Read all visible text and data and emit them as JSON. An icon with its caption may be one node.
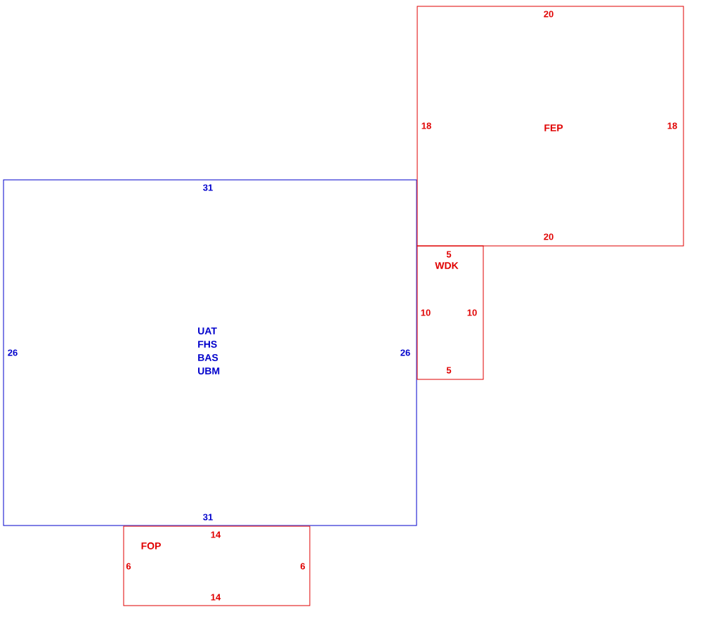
{
  "diagram": {
    "nodes": [
      {
        "text": [
          "31",
          "26",
          "UAT FHS BAS UBM",
          "26",
          "31"
        ]
      },
      {
        "text": [
          "20",
          "18",
          "FEP",
          "18",
          "20"
        ]
      },
      {
        "text": [
          "5",
          "WDK",
          "10",
          "10",
          "5"
        ]
      },
      {
        "text": [
          "14",
          "FOP",
          "6",
          "6",
          "14"
        ]
      }
    ]
  }
}
